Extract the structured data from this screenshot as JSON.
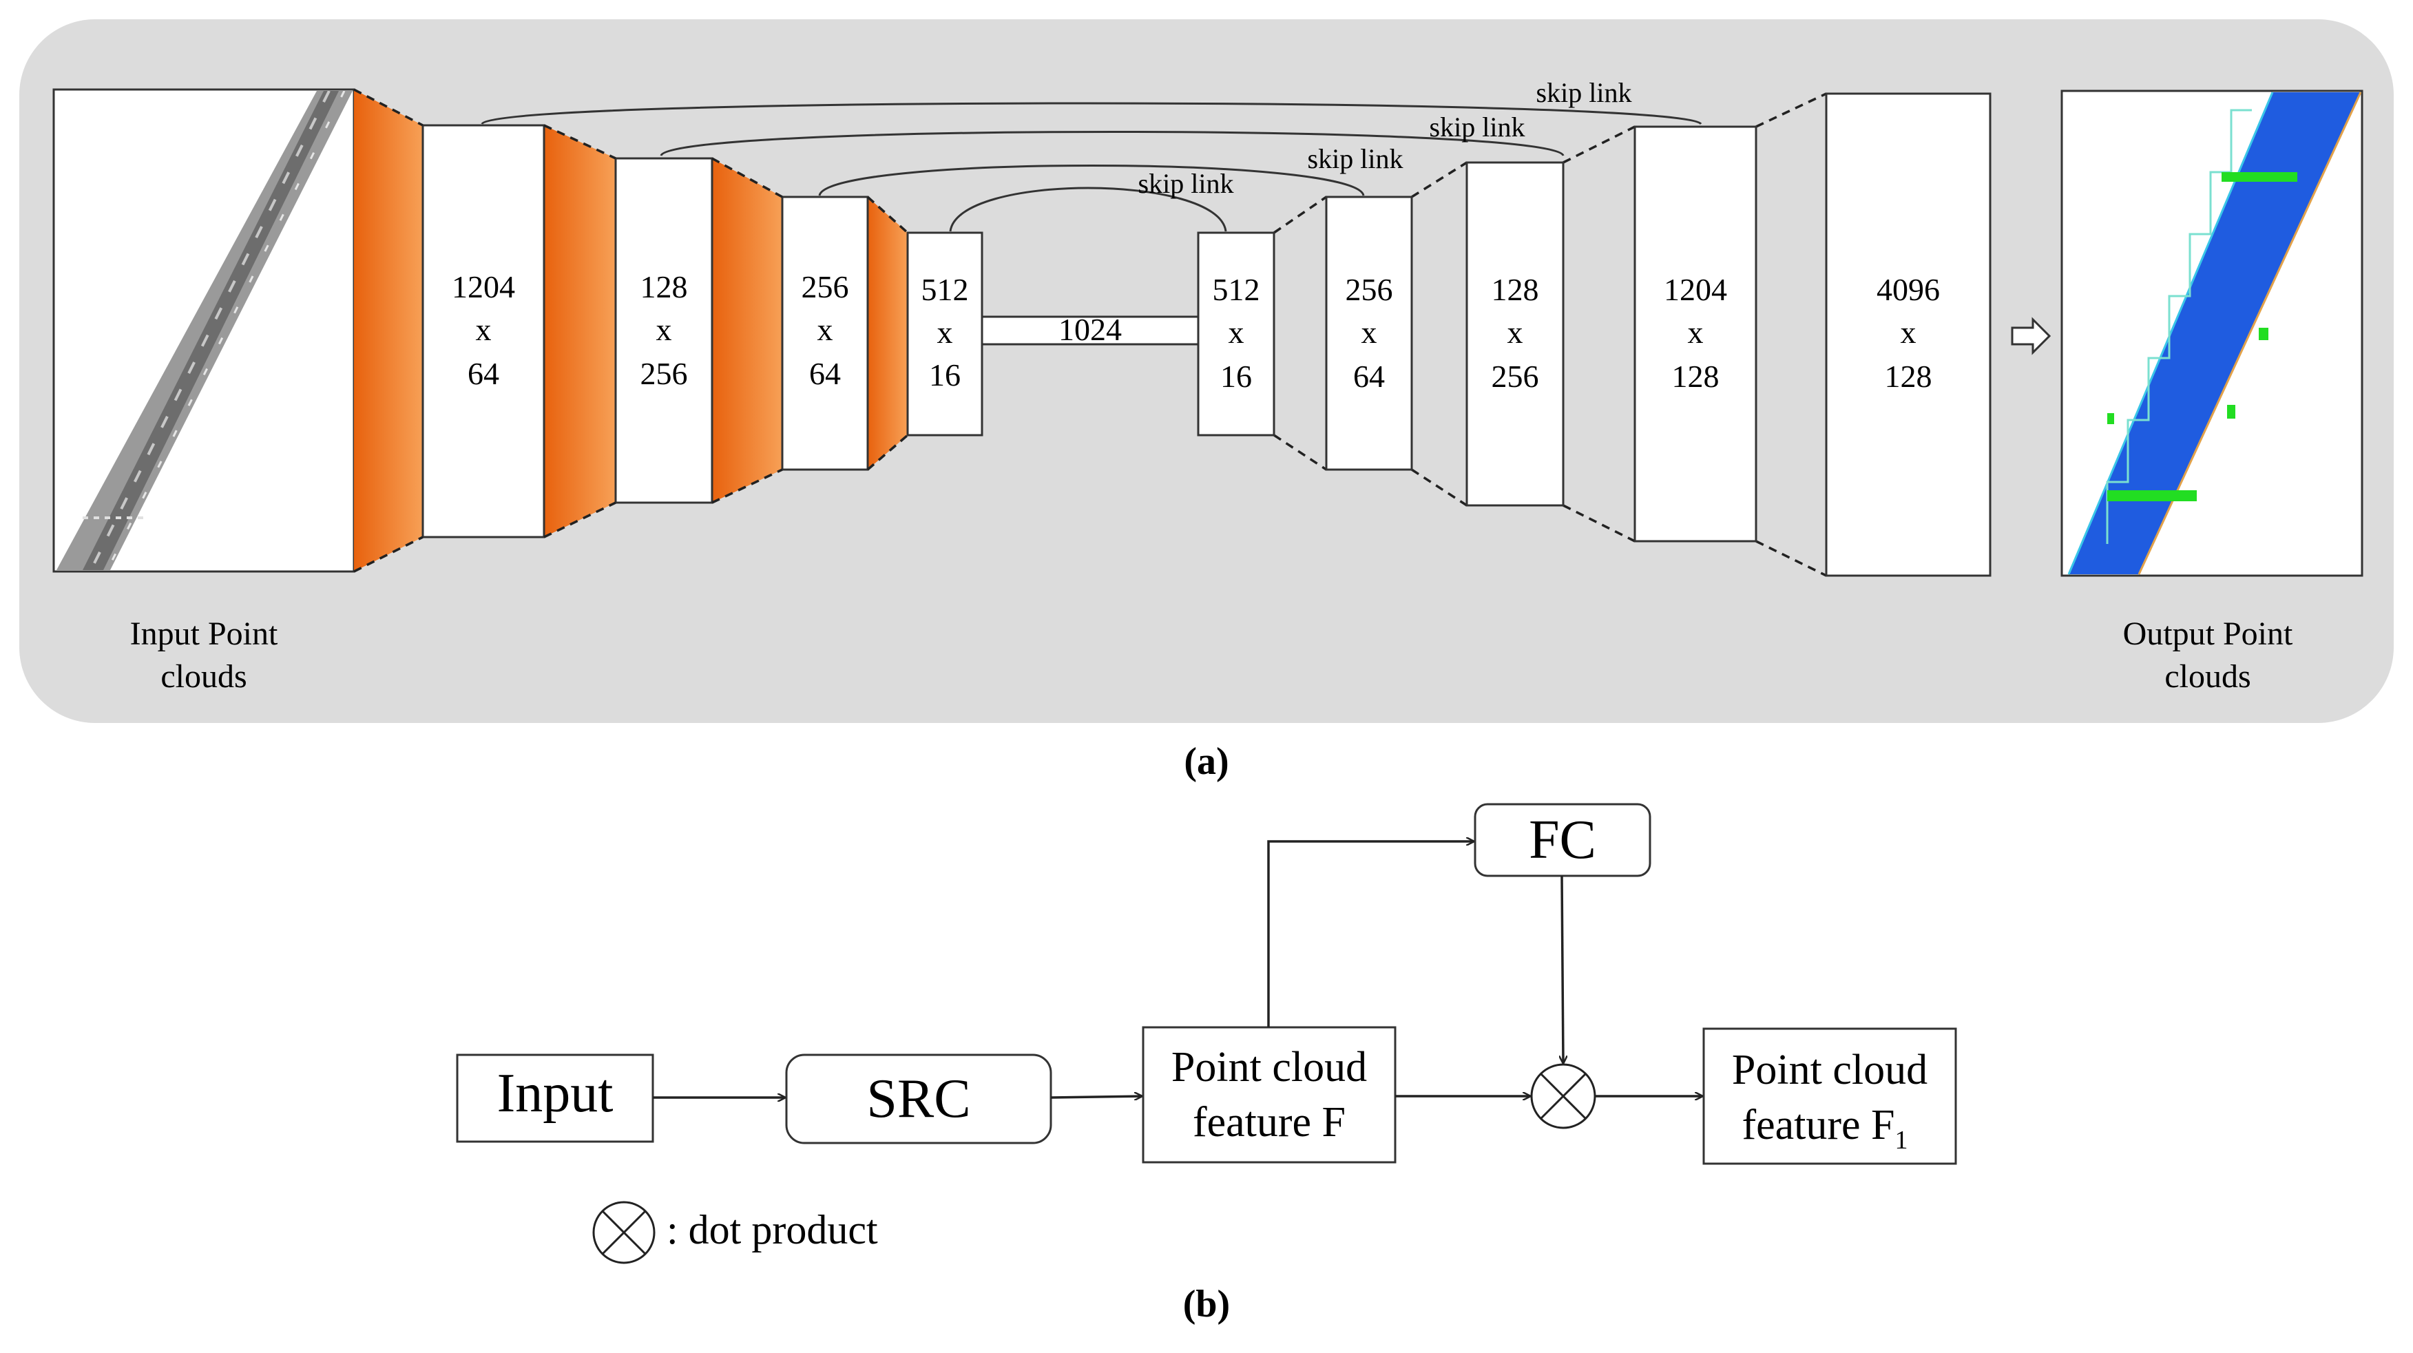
{
  "panel_a": {
    "caption": "(a)",
    "input_label": [
      "Input Point",
      "clouds"
    ],
    "output_label": [
      "Output Point",
      "clouds"
    ],
    "encoder_blocks": [
      {
        "top": "1204",
        "mid": "x",
        "bot": "64"
      },
      {
        "top": "128",
        "mid": "x",
        "bot": "256"
      },
      {
        "top": "256",
        "mid": "x",
        "bot": "64"
      },
      {
        "top": "512",
        "mid": "x",
        "bot": "16"
      }
    ],
    "bottleneck_label": "1024",
    "decoder_blocks": [
      {
        "top": "512",
        "mid": "x",
        "bot": "16"
      },
      {
        "top": "256",
        "mid": "x",
        "bot": "64"
      },
      {
        "top": "128",
        "mid": "x",
        "bot": "256"
      },
      {
        "top": "1204",
        "mid": "x",
        "bot": "128"
      },
      {
        "top": "4096",
        "mid": "x",
        "bot": "128"
      }
    ],
    "skip_label": "skip link",
    "colors": {
      "panel_bg": "#dcdcdc",
      "encoder_taper": "#ef7d2c",
      "output_cloud": "#1f5ce0",
      "output_highlight": "#22dd22"
    }
  },
  "panel_b": {
    "caption": "(b)",
    "input": "Input",
    "src": "SRC",
    "fc": "FC",
    "feature_f": [
      "Point cloud",
      "feature F"
    ],
    "feature_f1": [
      "Point cloud",
      "feature F"
    ],
    "feature_f1_sub": "1",
    "legend": ": dot product"
  }
}
